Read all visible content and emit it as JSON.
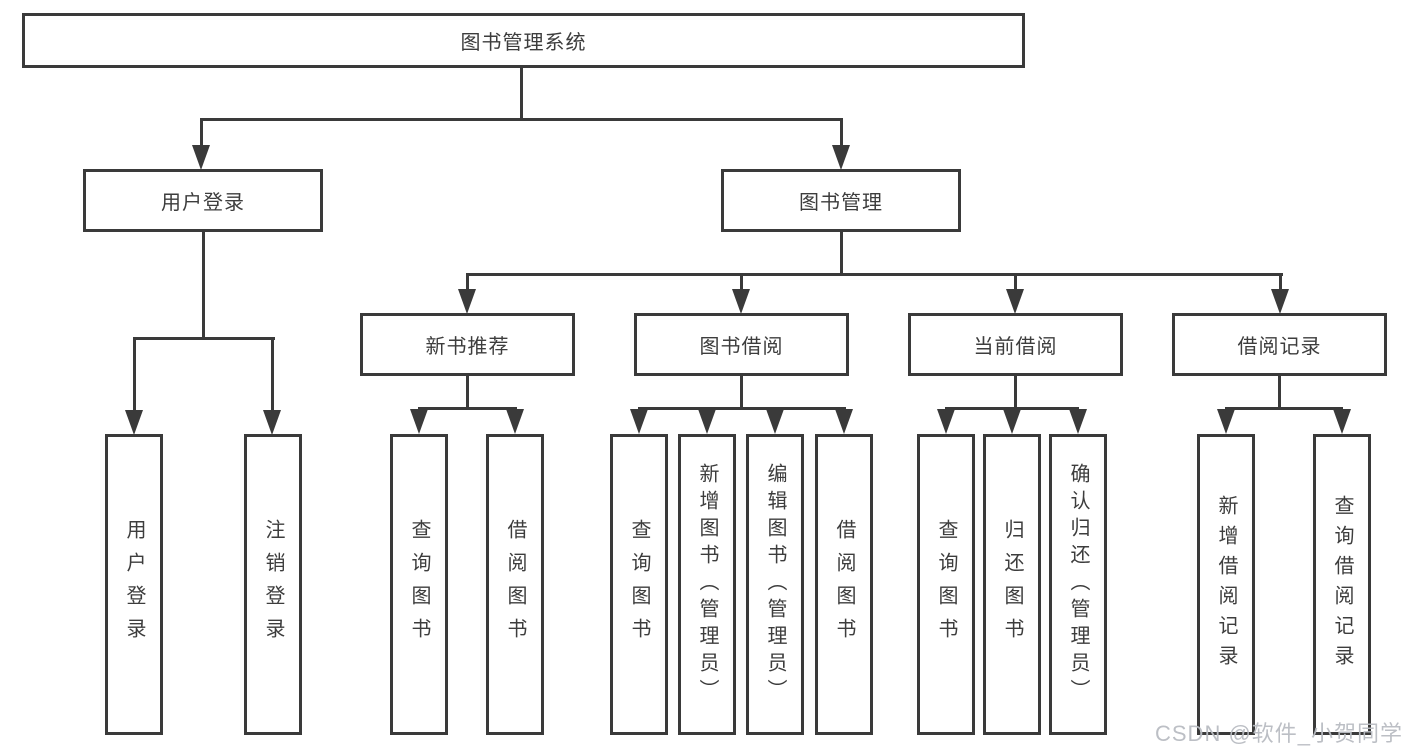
{
  "colors": {
    "line": "#3a3a3a",
    "text": "#3d3d3d",
    "box_background": "#ffffff",
    "watermark": "#b9bcc2",
    "background": "#ffffff"
  },
  "diagram": {
    "root": {
      "label": "图书管理系统"
    },
    "level2": [
      {
        "label": "用户登录"
      },
      {
        "label": "图书管理"
      }
    ],
    "level3": [
      {
        "label": "新书推荐",
        "parent": "图书管理"
      },
      {
        "label": "图书借阅",
        "parent": "图书管理"
      },
      {
        "label": "当前借阅",
        "parent": "图书管理"
      },
      {
        "label": "借阅记录",
        "parent": "图书管理"
      }
    ],
    "leaves": [
      {
        "label": "用户登录",
        "parent": "用户登录"
      },
      {
        "label": "注销登录",
        "parent": "用户登录"
      },
      {
        "label": "查询图书",
        "parent": "新书推荐"
      },
      {
        "label": "借阅图书",
        "parent": "新书推荐"
      },
      {
        "label": "查询图书",
        "parent": "图书借阅"
      },
      {
        "label": "新增图书（管理员）",
        "parent": "图书借阅"
      },
      {
        "label": "编辑图书（管理员）",
        "parent": "图书借阅"
      },
      {
        "label": "借阅图书",
        "parent": "图书借阅"
      },
      {
        "label": "查询图书",
        "parent": "当前借阅"
      },
      {
        "label": "归还图书",
        "parent": "当前借阅"
      },
      {
        "label": "确认归还（管理员）",
        "parent": "当前借阅"
      },
      {
        "label": "新增借阅记录",
        "parent": "借阅记录"
      },
      {
        "label": "查询借阅记录",
        "parent": "借阅记录"
      }
    ]
  },
  "watermark": {
    "text": "CSDN @软件_小贺同学"
  }
}
